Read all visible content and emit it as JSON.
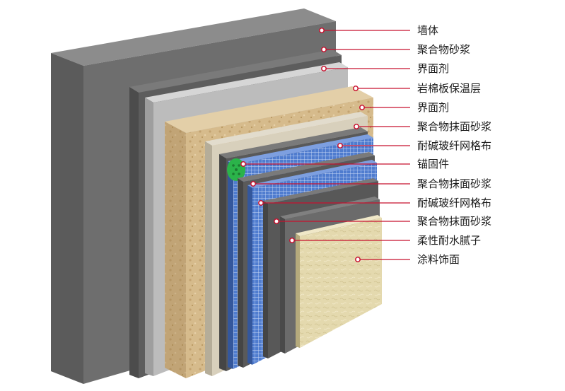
{
  "layers": [
    {
      "label": "墙体"
    },
    {
      "label": "聚合物砂浆"
    },
    {
      "label": "界面剂"
    },
    {
      "label": "岩棉板保温层"
    },
    {
      "label": "界面剂"
    },
    {
      "label": "聚合物抹面砂浆"
    },
    {
      "label": "耐碱玻纤网格布"
    },
    {
      "label": "锚固件"
    },
    {
      "label": "聚合物抹面砂浆"
    },
    {
      "label": "耐碱玻纤网格布"
    },
    {
      "label": "聚合物抹面砂浆"
    },
    {
      "label": "柔性耐水腻子"
    },
    {
      "label": "涂料饰面"
    }
  ],
  "colors": {
    "leader": "#c8102e",
    "wall": "#6e6e6e",
    "mortar": "#5a5a5a",
    "interface": "#bdbdbd",
    "rockwool": "#d8bf94",
    "mesh": "#4f7ccf",
    "anchor": "#2bb34a",
    "putty": "#6b6b6b",
    "finish": "#e6dcb3"
  }
}
